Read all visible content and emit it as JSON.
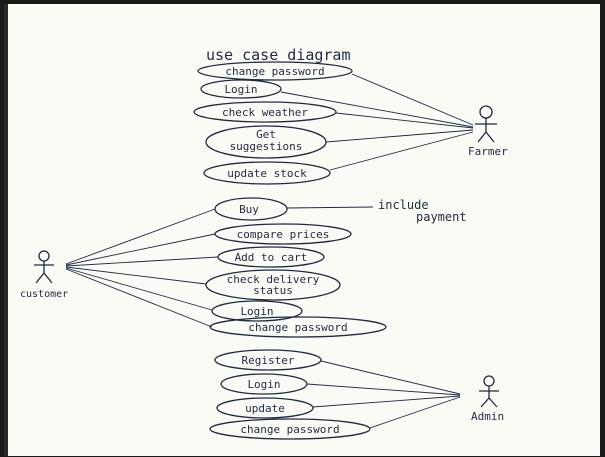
{
  "diagram": {
    "title": "use case diagram",
    "actors": {
      "farmer": "Farmer",
      "customer": "customer",
      "admin": "Admin"
    },
    "farmer_use_cases": [
      [
        "change password"
      ],
      [
        "Login"
      ],
      [
        "check weather"
      ],
      [
        "Get",
        "suggestions"
      ],
      [
        "update stock"
      ]
    ],
    "customer_use_cases": [
      [
        "Buy"
      ],
      [
        "compare prices"
      ],
      [
        "Add to cart"
      ],
      [
        "check delivery",
        "status"
      ],
      [
        "Login"
      ],
      [
        "change password"
      ]
    ],
    "admin_use_cases": [
      [
        "Register"
      ],
      [
        "Login"
      ],
      [
        "update"
      ],
      [
        "change password"
      ]
    ],
    "include_note": [
      "include",
      "payment"
    ]
  },
  "colors": {
    "ink": "#1f2a44",
    "paper": "#fbfbf6",
    "background": "#1a1a1a"
  }
}
